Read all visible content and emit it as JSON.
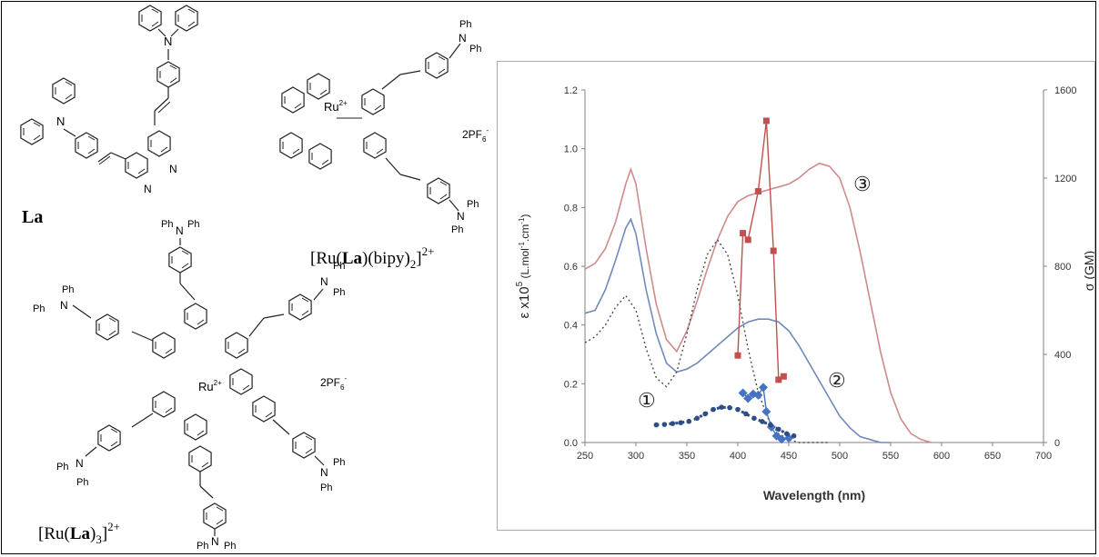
{
  "structures": {
    "la_label": "La",
    "ru_la_bipy": {
      "prefix": "[Ru(",
      "ligand": "La",
      "middle": ")(bipy)",
      "sub": "2",
      "close": "]",
      "charge": "2+"
    },
    "ru_la3": {
      "prefix": "[Ru(",
      "ligand": "La",
      "middle": ")",
      "sub": "3",
      "close": "]",
      "charge": "2+"
    },
    "counter_ion": {
      "text": "2PF",
      "sub": "6",
      "sup": "-"
    },
    "ph": "Ph",
    "n": "N",
    "ru": "Ru",
    "ru_charge": "2+"
  },
  "chart_data": {
    "type": "line",
    "xlabel": "Wavelength (nm)",
    "ylabel": {
      "main": "ε  x10",
      "exp": "5",
      "unit": " (L.mol",
      "u1": "-1",
      "mid": ".cm",
      "u2": "-1",
      "end": ")"
    },
    "y2label": "σ (GM)",
    "xlim": [
      250,
      700
    ],
    "ylim": [
      0,
      1.2
    ],
    "y2lim": [
      0,
      1600
    ],
    "xticks": [
      250,
      300,
      350,
      400,
      450,
      500,
      550,
      600,
      650,
      700
    ],
    "yticks": [
      "0.0",
      "0.2",
      "0.4",
      "0.6",
      "0.8",
      "1.0",
      "1.2"
    ],
    "y2ticks": [
      "0",
      "400",
      "800",
      "1200",
      "1600"
    ],
    "grid": false,
    "annotations": [
      "①",
      "②",
      "③"
    ],
    "colors": {
      "red": "#c0504d",
      "red_line": "#d08a8a",
      "blue": "#4472c4",
      "blue_line": "#7089bd",
      "dotted": "#4d4d4d",
      "axis": "#808080"
    },
    "series": [
      {
        "style": "line-red",
        "axis": "left",
        "x": [
          250,
          260,
          270,
          280,
          290,
          295,
          300,
          310,
          320,
          330,
          340,
          350,
          360,
          370,
          380,
          390,
          400,
          410,
          420,
          430,
          440,
          450,
          460,
          470,
          480,
          490,
          500,
          510,
          520,
          530,
          540,
          550,
          560,
          570,
          580,
          590
        ],
        "y": [
          0.59,
          0.61,
          0.66,
          0.75,
          0.88,
          0.93,
          0.88,
          0.66,
          0.47,
          0.35,
          0.31,
          0.38,
          0.48,
          0.59,
          0.69,
          0.77,
          0.82,
          0.84,
          0.85,
          0.86,
          0.87,
          0.88,
          0.9,
          0.93,
          0.95,
          0.94,
          0.9,
          0.8,
          0.65,
          0.48,
          0.31,
          0.17,
          0.08,
          0.03,
          0.01,
          0.0
        ]
      },
      {
        "style": "line-blue",
        "axis": "left",
        "x": [
          250,
          260,
          270,
          280,
          290,
          295,
          300,
          310,
          320,
          330,
          340,
          350,
          360,
          370,
          380,
          390,
          400,
          410,
          420,
          430,
          440,
          450,
          460,
          470,
          480,
          490,
          500,
          510,
          520,
          530,
          540,
          550
        ],
        "y": [
          0.44,
          0.45,
          0.52,
          0.62,
          0.73,
          0.76,
          0.71,
          0.52,
          0.37,
          0.27,
          0.24,
          0.25,
          0.27,
          0.3,
          0.33,
          0.36,
          0.39,
          0.41,
          0.42,
          0.42,
          0.41,
          0.38,
          0.33,
          0.27,
          0.21,
          0.15,
          0.09,
          0.05,
          0.02,
          0.01,
          0.0,
          0.0
        ]
      },
      {
        "style": "line-dotted",
        "axis": "left",
        "x": [
          250,
          260,
          270,
          280,
          290,
          300,
          310,
          320,
          330,
          340,
          350,
          360,
          370,
          380,
          390,
          400,
          410,
          420,
          430,
          440,
          450,
          460,
          470,
          480,
          490
        ],
        "y": [
          0.34,
          0.36,
          0.4,
          0.46,
          0.5,
          0.45,
          0.32,
          0.22,
          0.19,
          0.24,
          0.37,
          0.52,
          0.64,
          0.69,
          0.64,
          0.5,
          0.32,
          0.17,
          0.08,
          0.03,
          0.01,
          0.0,
          0.0,
          0.0,
          0.0
        ]
      },
      {
        "style": "markers-red",
        "axis": "right",
        "x": [
          400,
          405,
          410,
          420,
          428,
          435,
          440,
          445
        ],
        "y": [
          395,
          950,
          920,
          1140,
          1460,
          870,
          285,
          300
        ]
      },
      {
        "style": "markers-blue",
        "axis": "right",
        "x": [
          405,
          410,
          415,
          420,
          425,
          428,
          433,
          438,
          443,
          450
        ],
        "y": [
          225,
          200,
          220,
          215,
          250,
          140,
          70,
          30,
          15,
          20
        ]
      },
      {
        "style": "markers-navy",
        "axis": "right",
        "x": [
          320,
          328,
          336,
          344,
          352,
          360,
          368,
          376,
          384,
          392,
          400,
          408,
          416,
          424,
          432,
          440,
          448,
          455
        ],
        "y": [
          80,
          82,
          86,
          90,
          96,
          110,
          130,
          150,
          160,
          158,
          150,
          130,
          110,
          95,
          80,
          60,
          40,
          30
        ]
      }
    ]
  }
}
